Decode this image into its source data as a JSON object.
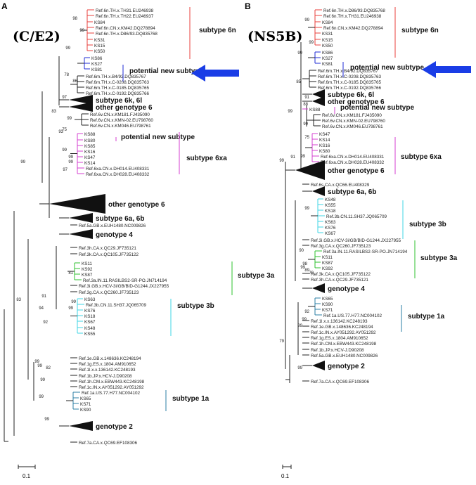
{
  "panels": [
    {
      "letter": "A",
      "title": "(C/E2)",
      "scale_label": "0.1",
      "leaves": [
        {
          "t": "Ref.6n.TH.x.TH31.EU246938",
          "c": "red"
        },
        {
          "t": "Ref.6n.TH.x.TH22.EU246937",
          "c": "red"
        },
        {
          "t": "KS84",
          "c": "red"
        },
        {
          "t": "Ref.6n.CN.x.KM42.DQ278894",
          "c": "red"
        },
        {
          "t": "Ref.6n.TH.x.D86/93.DQ835768",
          "c": "red"
        },
        {
          "t": "KS31",
          "c": "red"
        },
        {
          "t": "KS15",
          "c": "red"
        },
        {
          "t": "KS50",
          "c": "red"
        },
        {
          "t": "KS86",
          "c": "blue"
        },
        {
          "t": "KS27",
          "c": "blue"
        },
        {
          "t": "KS81",
          "c": "blue"
        },
        {
          "t": "Ref.6m.TH.x.B4/92.DQ835767",
          "c": "black"
        },
        {
          "t": "Ref.6m.TH.x.C-0208.DQ835763",
          "c": "black"
        },
        {
          "t": "Ref.6m.TH.x.C-0185.DQ835765",
          "c": "black"
        },
        {
          "t": "Ref.6m.TH.x.C-0192.DQ835766",
          "c": "black"
        },
        {
          "t": "subtype 6k, 6l",
          "c": "tri"
        },
        {
          "t": "other genotype 6",
          "c": "tri"
        },
        {
          "t": "Ref.6v.CN.x.KM181.FJ435090",
          "c": "black"
        },
        {
          "t": "Ref.6v.CN.x.KMN-02.EU798760",
          "c": "black"
        },
        {
          "t": "Ref.6v.CN.x.KM046.EU798761",
          "c": "black"
        },
        {
          "t": "KS88",
          "c": "magenta"
        },
        {
          "t": "KS80",
          "c": "magenta"
        },
        {
          "t": "KS85",
          "c": "magenta"
        },
        {
          "t": "KS16",
          "c": "magenta"
        },
        {
          "t": "KS47",
          "c": "magenta"
        },
        {
          "t": "KS14",
          "c": "magenta"
        },
        {
          "t": "Ref.6xa.CN.x.DH014.EU408331",
          "c": "magenta"
        },
        {
          "t": "Ref.6xa.CN.x.DH028.EU408332",
          "c": "magenta"
        },
        {
          "t": "other genotype 6",
          "c": "bigtri"
        },
        {
          "t": "subtype 6a, 6b",
          "c": "tri"
        },
        {
          "t": "Ref.5a.GB.x.EUH1480.NC009826",
          "c": "black"
        },
        {
          "t": "genotype 4",
          "c": "tri"
        },
        {
          "t": "Ref.3h.CA.x.QC29.JF735121",
          "c": "black"
        },
        {
          "t": "Ref.3k.CA.x.QC105.JF735122",
          "c": "black"
        },
        {
          "t": "KS11",
          "c": "green"
        },
        {
          "t": "KS92",
          "c": "green"
        },
        {
          "t": "KS87",
          "c": "green"
        },
        {
          "t": "Ref.3a.IN.11.RASILBS2-SR-PO.JN714194",
          "c": "green"
        },
        {
          "t": "Ref.3i.GB.x.HCV-3i/GB/BID-G1244.JX227955",
          "c": "black"
        },
        {
          "t": "Ref.3g.CA.x.QC260.JF735123",
          "c": "black"
        },
        {
          "t": "KS63",
          "c": "cyan"
        },
        {
          "t": "Ref.3b.CN.11.SH37.JQ065709",
          "c": "cyan"
        },
        {
          "t": "KS76",
          "c": "cyan"
        },
        {
          "t": "KS18",
          "c": "cyan"
        },
        {
          "t": "KS67",
          "c": "cyan"
        },
        {
          "t": "KS48",
          "c": "cyan"
        },
        {
          "t": "KS55",
          "c": "cyan"
        },
        {
          "t": "Ref.1e.GB.x.148636.KC248194",
          "c": "black"
        },
        {
          "t": "Ref.1g.ES.x.1804.AM910652",
          "c": "black"
        },
        {
          "t": "Ref.1l.x.x.136142.KC248193",
          "c": "black"
        },
        {
          "t": "Ref.1b.JP.x.HCV-J.D90208",
          "c": "black"
        },
        {
          "t": "Ref.1h.CM.x.EBW443.KC248198",
          "c": "black"
        },
        {
          "t": "Ref.1c.IN.x.AY051292.AY051292",
          "c": "black"
        },
        {
          "t": "Ref.1a.US.77.H77.NC004102",
          "c": "teal"
        },
        {
          "t": "KS65",
          "c": "teal"
        },
        {
          "t": "KS71",
          "c": "teal"
        },
        {
          "t": "KS90",
          "c": "teal"
        },
        {
          "t": "genotype 2",
          "c": "tri"
        },
        {
          "t": "Ref.7a.CA.x.QC69.EF108306",
          "c": "black"
        }
      ],
      "labels": [
        {
          "t": "subtype 6n",
          "c": "red"
        },
        {
          "t": "potential new subtype",
          "c": "blue"
        },
        {
          "t": "potential new subtype",
          "c": "magenta"
        },
        {
          "t": "subtype 6xa",
          "c": "magenta"
        },
        {
          "t": "subtype 3a",
          "c": "green"
        },
        {
          "t": "subtype 3b",
          "c": "cyan"
        },
        {
          "t": "subtype 1a",
          "c": "teal"
        }
      ],
      "bootstrap": [
        "98",
        "99",
        "99",
        "78",
        "86",
        "97",
        "83",
        "99",
        "93",
        "75",
        "99",
        "97",
        "99",
        "99",
        "99",
        "94",
        "91",
        "92",
        "81",
        "99",
        "99",
        "99",
        "99",
        "82",
        "99",
        "99",
        "99",
        "83"
      ]
    },
    {
      "letter": "B",
      "title": "(NS5B)",
      "scale_label": "0.1",
      "leaves": [
        {
          "t": "Ref.6n.TH.x.D86/93.DQ835768",
          "c": "red"
        },
        {
          "t": "Ref.6n.TH.x.TH31.EU246938",
          "c": "red"
        },
        {
          "t": "KS84",
          "c": "red"
        },
        {
          "t": "Ref.6n.CN.x.KM42.DQ278894",
          "c": "red"
        },
        {
          "t": "KS31",
          "c": "red"
        },
        {
          "t": "KS15",
          "c": "red"
        },
        {
          "t": "KS50",
          "c": "red"
        },
        {
          "t": "KS86",
          "c": "blue"
        },
        {
          "t": "KS27",
          "c": "blue"
        },
        {
          "t": "KS81",
          "c": "blue"
        },
        {
          "t": "Ref.6m.TH.x.B4/92.DQ835767",
          "c": "black"
        },
        {
          "t": "Ref.6m.TH.x.C-0208.DQ835763",
          "c": "black"
        },
        {
          "t": "Ref.6m.TH.x.C-0185.DQ835765",
          "c": "black"
        },
        {
          "t": "Ref.6m.TH.x.C-0192.DQ835766",
          "c": "black"
        },
        {
          "t": "subtype 6k, 6l",
          "c": "tri"
        },
        {
          "t": "other genotype 6",
          "c": "tri"
        },
        {
          "t": "KS88",
          "c": "magenta"
        },
        {
          "t": "Ref.6v.CN.x.KM181.FJ435090",
          "c": "black"
        },
        {
          "t": "Ref.6v.CN.x.KMN-02.EU798760",
          "c": "black"
        },
        {
          "t": "Ref.6v.CN.x.KM046.EU798761",
          "c": "black"
        },
        {
          "t": "KS47",
          "c": "magenta"
        },
        {
          "t": "KS14",
          "c": "magenta"
        },
        {
          "t": "KS16",
          "c": "magenta"
        },
        {
          "t": "KS80",
          "c": "magenta"
        },
        {
          "t": "Ref.6xa.CN.x.DH014.EU408331",
          "c": "magenta"
        },
        {
          "t": "Ref.6xa.CN.x.DH028.EU408332",
          "c": "magenta"
        },
        {
          "t": "other genotype 6",
          "c": "bigtri"
        },
        {
          "t": "Ref.6s.CA.x.QC66.EU408329",
          "c": "black"
        },
        {
          "t": "subtype 6a, 6b",
          "c": "tri"
        },
        {
          "t": "KS48",
          "c": "cyan"
        },
        {
          "t": "KS55",
          "c": "cyan"
        },
        {
          "t": "KS18",
          "c": "cyan"
        },
        {
          "t": "Ref.3b.CN.11.SH37.JQ065709",
          "c": "cyan"
        },
        {
          "t": "KS63",
          "c": "cyan"
        },
        {
          "t": "KS76",
          "c": "cyan"
        },
        {
          "t": "KS67",
          "c": "cyan"
        },
        {
          "t": "Ref.3i.GB.x.HCV-3i/GB/BID-G1244.JX227955",
          "c": "black"
        },
        {
          "t": "Ref.3g.CA.x.QC260.JF735123",
          "c": "black"
        },
        {
          "t": "Ref.3a.IN.11.RASILBS2-SR-PO.JN714194",
          "c": "green"
        },
        {
          "t": "KS11",
          "c": "green"
        },
        {
          "t": "KS87",
          "c": "green"
        },
        {
          "t": "KS92",
          "c": "green"
        },
        {
          "t": "Ref.3k.CA.x.QC105.JF735122",
          "c": "black"
        },
        {
          "t": "Ref.3h.CA.x.QC29.JF735121",
          "c": "black"
        },
        {
          "t": "genotype 4",
          "c": "tri"
        },
        {
          "t": "KS65",
          "c": "teal"
        },
        {
          "t": "KS90",
          "c": "teal"
        },
        {
          "t": "KS71",
          "c": "teal"
        },
        {
          "t": "Ref.1a.US.77.H77.NC004102",
          "c": "teal"
        },
        {
          "t": "Ref.1l.x.x.136142.KC248193",
          "c": "black"
        },
        {
          "t": "Ref.1e.GB.x.148636.KC248194",
          "c": "black"
        },
        {
          "t": "Ref.1c.IN.x.AY051292.AY051292",
          "c": "black"
        },
        {
          "t": "Ref.1g.ES.x.1804.AM910652",
          "c": "black"
        },
        {
          "t": "Ref.1h.CM.x.EBW443.KC248198",
          "c": "black"
        },
        {
          "t": "Ref.1b.JP.x.HCV-J.D90208",
          "c": "black"
        },
        {
          "t": "Ref.5a.GB.x.EUH1480.NC009826",
          "c": "black"
        },
        {
          "t": "genotype 2",
          "c": "tri"
        },
        {
          "t": "Ref.7a.CA.x.QC69.EF108306",
          "c": "black"
        }
      ],
      "labels": [
        {
          "t": "subtype 6n",
          "c": "red"
        },
        {
          "t": "potential new subtype",
          "c": "blue"
        },
        {
          "t": "potential new subtype",
          "c": "magenta"
        },
        {
          "t": "subtype 6xa",
          "c": "magenta"
        },
        {
          "t": "subtype 3b",
          "c": "cyan"
        },
        {
          "t": "subtype 3a",
          "c": "green"
        },
        {
          "t": "subtype 1a",
          "c": "teal"
        }
      ],
      "bootstrap": [
        "99",
        "99",
        "99",
        "85",
        "91",
        "99",
        "88",
        "99",
        "75",
        "99",
        "91",
        "99",
        "99",
        "90",
        "99",
        "98",
        "89",
        "79",
        "92",
        "99",
        "99",
        "79",
        "99"
      ]
    }
  ],
  "colors": {
    "red": "#e8413c",
    "blue": "#1f2bd6",
    "magenta": "#d43fd1",
    "green": "#2fc12f",
    "cyan": "#3fd5e6",
    "teal": "#2b7fa6",
    "black": "#222222",
    "arrow": "#1a3de6"
  }
}
